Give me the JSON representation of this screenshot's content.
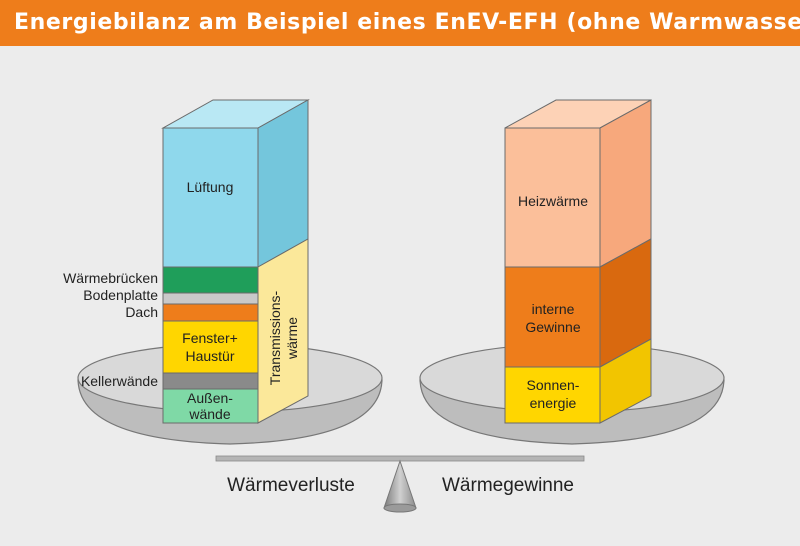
{
  "title": "Energiebilanz am Beispiel eines EnEV-EFH (ohne Warmwasser)",
  "left_column": {
    "top_label": "Lüftung",
    "side_label_line1": "Transmissions-",
    "side_label_line2": "wärme",
    "segments": [
      {
        "label": "Wärmebrücken",
        "color": "#1f9e5a"
      },
      {
        "label": "Bodenplatte",
        "color": "#c9c9c9"
      },
      {
        "label": "Dach",
        "color": "#ee7d1b"
      },
      {
        "label_line1": "Fenster+",
        "label_line2": "Haustür",
        "color": "#ffd600"
      },
      {
        "label": "Kellerwände",
        "color": "#8a8a8a"
      },
      {
        "label_line1": "Außen-",
        "label_line2": "wände",
        "color": "#7fd9a6"
      }
    ],
    "top_color": "#8fd8ec",
    "side_color": "#fbe89a"
  },
  "right_column": {
    "segments": [
      {
        "label": "Heizwärme",
        "color": "#fbbf9a"
      },
      {
        "label_line1": "interne",
        "label_line2": "Gewinne",
        "color": "#ee7d1b"
      },
      {
        "label_line1": "Sonnen-",
        "label_line2": "energie",
        "color": "#ffd600"
      }
    ]
  },
  "scale": {
    "left_label": "Wärmeverluste",
    "right_label": "Wärmegewinne"
  }
}
